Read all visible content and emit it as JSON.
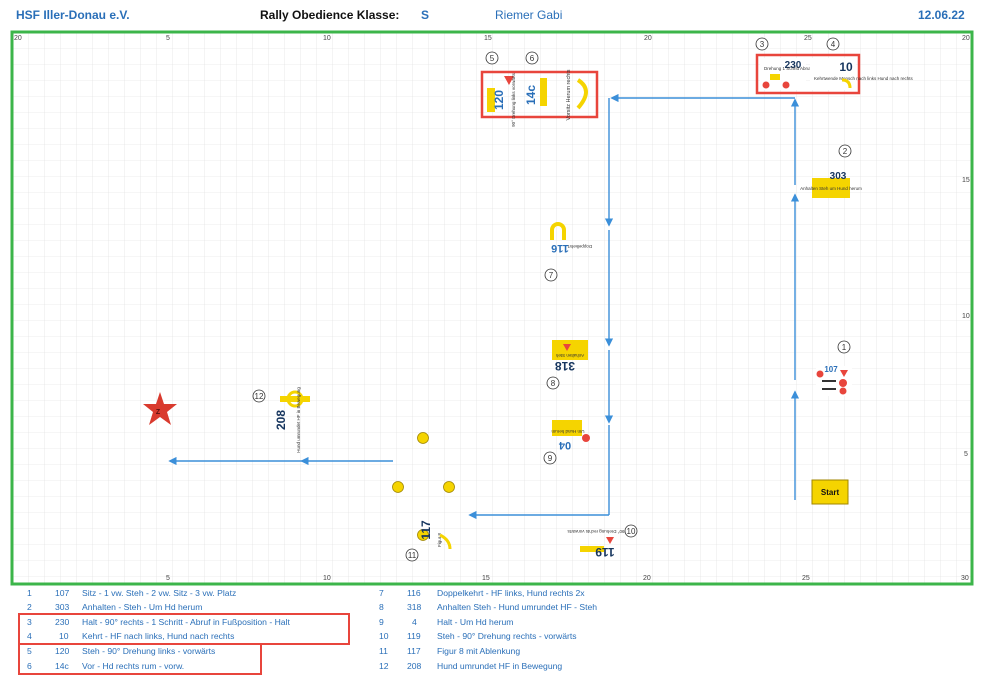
{
  "header": {
    "club": "HSF Iller-Donau e.V.",
    "title": "Rally Obedience Klasse:",
    "class": "S",
    "judge": "Riemer Gabi",
    "date": "12.06.22"
  },
  "axis": {
    "top_x": [
      "20",
      "5",
      "10",
      "15",
      "20",
      "25",
      "20"
    ],
    "bottom_x": [
      "5",
      "10",
      "15",
      "20",
      "25",
      "30"
    ],
    "right_y": [
      "15",
      "10",
      "5"
    ]
  },
  "stations": {
    "s1": {
      "num": "1",
      "sign": "107"
    },
    "s2": {
      "num": "2",
      "sign": "303",
      "text": "Anhalten Steh um Hund herum"
    },
    "s3": {
      "num": "3",
      "sign": "230",
      "text": "Drehung 1 Schritt Abruf"
    },
    "s4": {
      "num": "4",
      "sign": "10",
      "text": "Kehrtwende Mensch nach links Hund nach rechts"
    },
    "s5": {
      "num": "5",
      "sign": "120",
      "text": "90° Drehung links vorwärts"
    },
    "s6": {
      "num": "6",
      "sign": "14c",
      "text": "Vorsitz Herum rechts"
    },
    "s7": {
      "num": "7",
      "sign": "116",
      "text": "Doppelkehrt"
    },
    "s8": {
      "num": "8",
      "sign": "318",
      "text": "Anhalten Steh"
    },
    "s9": {
      "num": "9",
      "sign": "04",
      "text": "Um Hund herum"
    },
    "s10": {
      "num": "10",
      "sign": "119",
      "text": "90° Drehung rechts vorwärts"
    },
    "s11": {
      "num": "11",
      "sign": "117",
      "text": "Figur 8"
    },
    "s12": {
      "num": "12",
      "sign": "208",
      "text": "Hund umrundet HF in Bewegung"
    },
    "start": "Start",
    "finish": "Z"
  },
  "legend": [
    {
      "num": "1",
      "code": "107",
      "text": "Sitz - 1  vw. Steh - 2  vw. Sitz - 3  vw. Platz"
    },
    {
      "num": "2",
      "code": "303",
      "text": "Anhalten - Steh - Um Hd herum"
    },
    {
      "num": "3",
      "code": "230",
      "text": "Halt - 90° rechts - 1 Schritt - Abruf in Fußposition - Halt"
    },
    {
      "num": "4",
      "code": "10",
      "text": "Kehrt - HF nach links, Hund nach rechts"
    },
    {
      "num": "5",
      "code": "120",
      "text": "Steh - 90° Drehung links - vorwärts"
    },
    {
      "num": "6",
      "code": "14c",
      "text": "Vor - Hd rechts rum - vorw."
    },
    {
      "num": "7",
      "code": "116",
      "text": "Doppelkehrt - HF links, Hund rechts 2x"
    },
    {
      "num": "8",
      "code": "318",
      "text": "Anhalten Steh - Hund umrundet HF - Steh"
    },
    {
      "num": "9",
      "code": "4",
      "text": "Halt - Um Hd herum"
    },
    {
      "num": "10",
      "code": "119",
      "text": "Steh - 90° Drehung rechts - vorwärts"
    },
    {
      "num": "11",
      "code": "117",
      "text": "Figur 8 mit Ablenkung"
    },
    {
      "num": "12",
      "code": "208",
      "text": "Hund umrundet HF in Bewegung"
    }
  ],
  "colors": {
    "border": "#3cb54a",
    "route": "#3b8fd9",
    "highlight": "#e8453c",
    "sign": "#f5d400",
    "text": "#2a6fb8"
  }
}
